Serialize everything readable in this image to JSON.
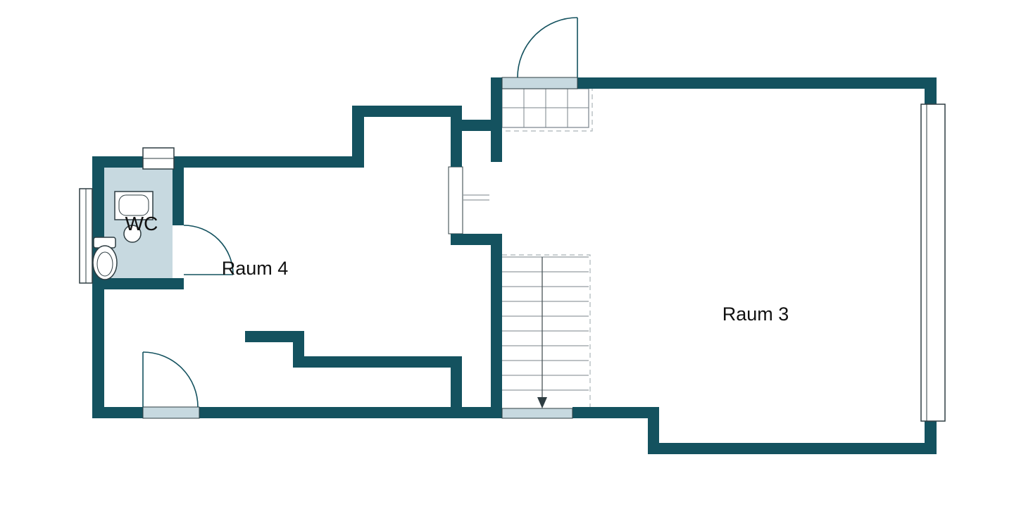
{
  "colors": {
    "wall": "#14525f",
    "fixture_fill": "#c7d9e0",
    "line": "#78838a",
    "dash": "#aab4b8",
    "outline": "#2e3d42",
    "background": "#ffffff",
    "text": "#111111"
  },
  "rooms": [
    {
      "id": "wc",
      "label": "WC"
    },
    {
      "id": "raum4",
      "label": "Raum 4"
    },
    {
      "id": "raum3",
      "label": "Raum 3"
    }
  ],
  "plan": {
    "type": "floor-plan",
    "door_count": 3,
    "window_count": 3,
    "stair_flights": 2,
    "fixtures": [
      "toilet",
      "sink"
    ]
  }
}
